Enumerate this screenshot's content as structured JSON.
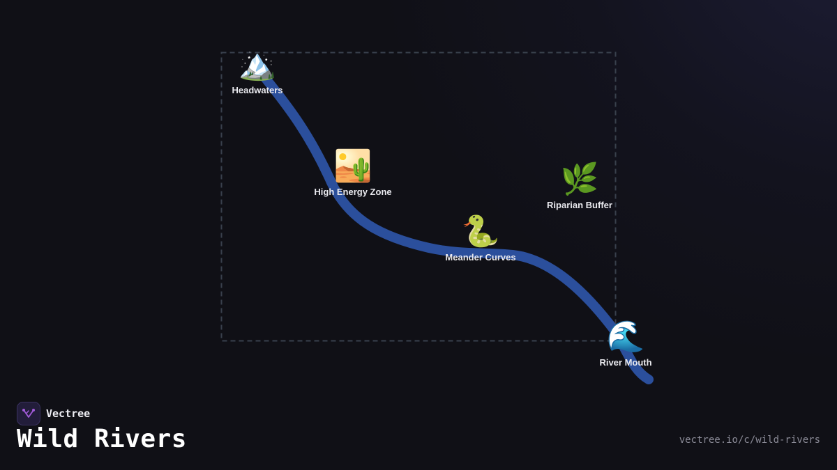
{
  "brand": {
    "name": "Vectree",
    "accent": "#a25bd9"
  },
  "page": {
    "title": "Wild Rivers",
    "url": "vectree.io/c/wild-rivers"
  },
  "diagram": {
    "river_color": "#2b4f9c",
    "frame_color": "#39414d",
    "nodes": [
      {
        "id": "headwaters",
        "label": "Headwaters",
        "emoji": "🏔️",
        "icon": "snow-mountain-icon"
      },
      {
        "id": "high-energy-zone",
        "label": "High Energy Zone",
        "emoji": "🏜️",
        "icon": "desert-icon"
      },
      {
        "id": "riparian-buffer",
        "label": "Riparian Buffer",
        "emoji": "🌿",
        "icon": "herb-icon"
      },
      {
        "id": "meander-curves",
        "label": "Meander Curves",
        "emoji": "🐍",
        "icon": "snake-icon"
      },
      {
        "id": "river-mouth",
        "label": "River Mouth",
        "emoji": "🌊",
        "icon": "wave-icon"
      }
    ]
  }
}
